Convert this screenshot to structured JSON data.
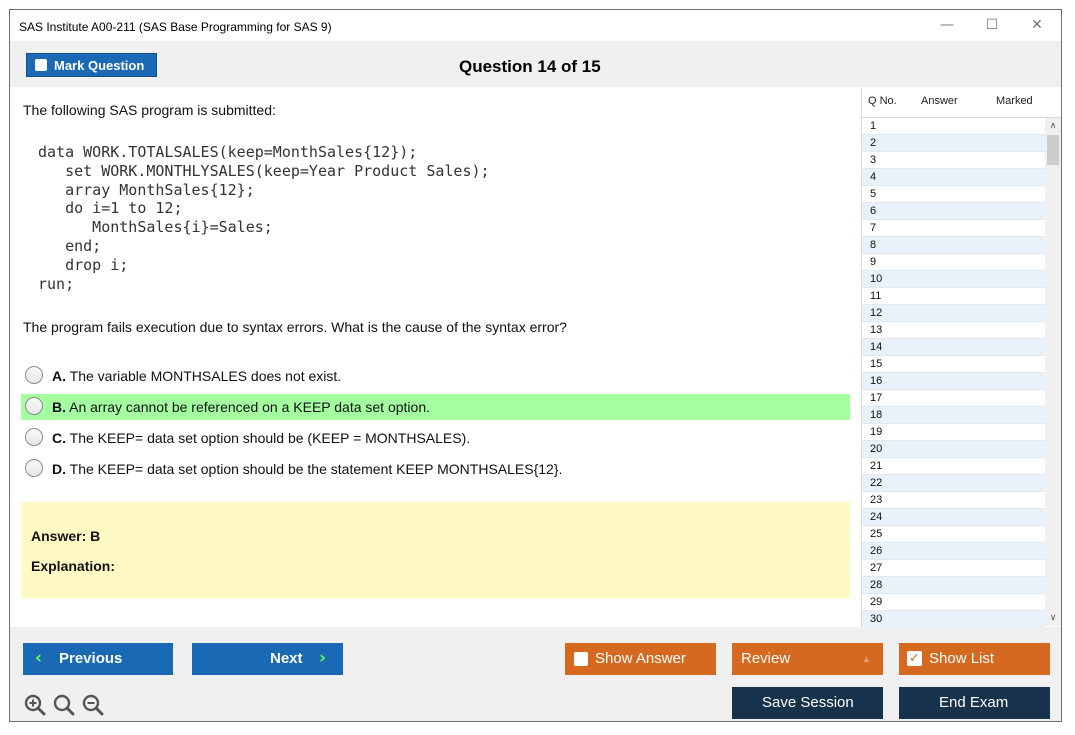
{
  "window": {
    "title": "SAS Institute A00-211 (SAS Base Programming for SAS 9)",
    "controls": {
      "minimize": "—",
      "maximize": "☐",
      "close": "✕"
    }
  },
  "toolbar": {
    "mark_label": "Mark Question",
    "question_heading": "Question 14 of 15"
  },
  "question": {
    "intro": "The following SAS program is submitted:",
    "code": [
      "data WORK.TOTALSALES(keep=MonthSales{12});",
      "   set WORK.MONTHLYSALES(keep=Year Product Sales);",
      "   array MonthSales{12};",
      "   do i=1 to 12;",
      "      MonthSales{i}=Sales;",
      "   end;",
      "   drop i;",
      "run;"
    ],
    "prompt": "The program fails execution due to syntax errors. What is the cause of the syntax error?",
    "options": [
      {
        "letter": "A.",
        "text": "The variable MONTHSALES does not exist."
      },
      {
        "letter": "B.",
        "text": "An array cannot be referenced on a KEEP data set option."
      },
      {
        "letter": "C.",
        "text": "The KEEP= data set option should be (KEEP = MONTHSALES)."
      },
      {
        "letter": "D.",
        "text": "The KEEP= data set option should be the statement KEEP MONTHSALES{12}."
      }
    ],
    "answer": "Answer: B",
    "explanation": "Explanation:"
  },
  "qlist": {
    "headers": {
      "no": "Q No.",
      "answer": "Answer",
      "marked": "Marked"
    },
    "rows": [
      "1",
      "2",
      "3",
      "4",
      "5",
      "6",
      "7",
      "8",
      "9",
      "10",
      "11",
      "12",
      "13",
      "14",
      "15",
      "16",
      "17",
      "18",
      "19",
      "20",
      "21",
      "22",
      "23",
      "24",
      "25",
      "26",
      "27",
      "28",
      "29",
      "30"
    ],
    "scroll_up": "∧",
    "scroll_down": "∨"
  },
  "footer": {
    "prev_arrow": "‹",
    "prev_label": "Previous",
    "next_label": "Next",
    "next_arrow": "›",
    "show_answer_label": "Show Answer",
    "review_label": "Review",
    "review_arrow": "▲",
    "show_list_label": "Show List",
    "show_list_check": "✓",
    "save_session_label": "Save Session",
    "end_exam_label": "End Exam"
  },
  "colors": {
    "primary_blue": "#1a69b5",
    "orange": "#d5691f",
    "dark_navy": "#17324d",
    "correct_green": "#a3ff9f",
    "answer_yellow": "#fffac4"
  },
  "icons": [
    "zoom-in-icon",
    "search-icon",
    "zoom-out-icon"
  ]
}
